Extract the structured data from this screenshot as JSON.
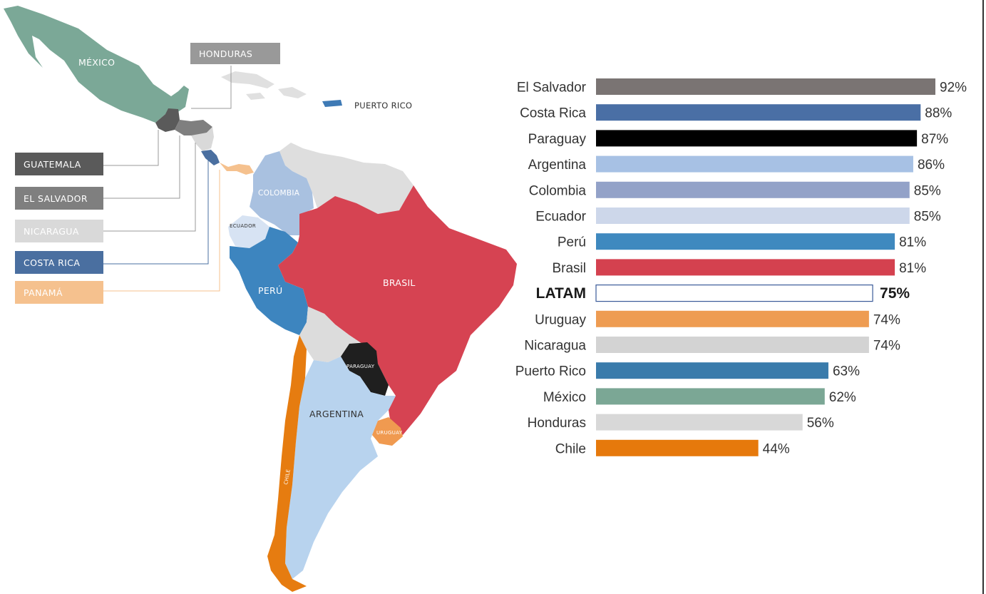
{
  "map": {
    "country_labels": {
      "mexico": "MÉXICO",
      "honduras": "HONDURAS",
      "puerto_rico": "PUERTO RICO",
      "colombia": "COLOMBIA",
      "ecuador": "ECUADOR",
      "peru": "PERÚ",
      "brasil": "BRASIL",
      "paraguay": "PARAGUAY",
      "argentina": "ARGENTINA",
      "uruguay": "URUGUAY",
      "chile": "CHILE"
    },
    "legend": [
      {
        "label": "GUATEMALA",
        "color": "#5a5a5a"
      },
      {
        "label": "EL SALVADOR",
        "color": "#7f7f7f"
      },
      {
        "label": "NICARAGUA",
        "color": "#d9d9d9"
      },
      {
        "label": "COSTA RICA",
        "color": "#4a6fa0"
      },
      {
        "label": "PANAMÁ",
        "color": "#f5c18e"
      }
    ],
    "colors": {
      "mexico": "#7ba897",
      "honduras_box": "#999999",
      "caribbean": "#e0e0e0",
      "puerto_rico": "#3e7ab5",
      "colombia": "#a9c1e0",
      "ecuador": "#d7e3f3",
      "peru": "#3d85bf",
      "brasil": "#d64352",
      "venezuela_guianas": "#dedede",
      "bolivia": "#dcdcdc",
      "paraguay": "#1f1f1f",
      "argentina": "#b8d3ee",
      "uruguay": "#f09a50",
      "chile": "#e67c10"
    }
  },
  "chart_data": {
    "type": "bar",
    "orientation": "horizontal",
    "categories": [
      "El Salvador",
      "Costa Rica",
      "Paraguay",
      "Argentina",
      "Colombia",
      "Ecuador",
      "Perú",
      "Brasil",
      "LATAM",
      "Uruguay",
      "Nicaragua",
      "Puerto Rico",
      "México",
      "Honduras",
      "Chile"
    ],
    "values": [
      92,
      88,
      87,
      86,
      85,
      85,
      81,
      81,
      75,
      74,
      74,
      63,
      62,
      56,
      44
    ],
    "value_labels": [
      "92%",
      "88%",
      "87%",
      "86%",
      "85%",
      "85%",
      "81%",
      "81%",
      "75%",
      "74%",
      "74%",
      "63%",
      "62%",
      "56%",
      "44%"
    ],
    "colors": [
      "#7a7473",
      "#4a6fa5",
      "#000000",
      "#a7c1e4",
      "#93a2c8",
      "#cdd7ea",
      "#3f89bf",
      "#d4414f",
      "#ffffff",
      "#ee9c52",
      "#d3d3d3",
      "#3a7bab",
      "#7ba795",
      "#d8d8d8",
      "#e6790c"
    ],
    "highlight": "LATAM",
    "highlight_outline": "#3a5a99",
    "xlim": [
      0,
      92
    ],
    "title": "",
    "xlabel": "",
    "ylabel": ""
  }
}
